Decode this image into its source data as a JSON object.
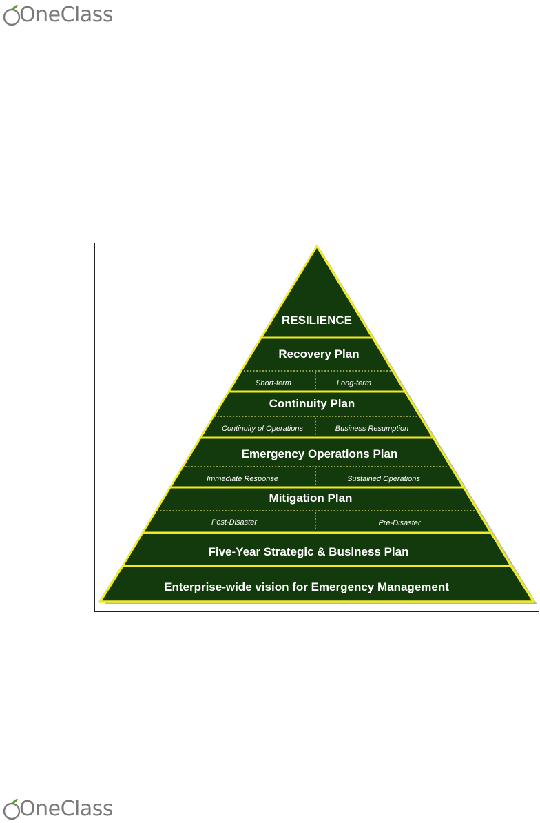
{
  "brand": {
    "logo_text": "OneClass"
  },
  "pyramid": {
    "apex": "RESILIENCE",
    "tiers": [
      {
        "title": "Recovery Plan",
        "left_sub": "Short-term",
        "right_sub": "Long-term"
      },
      {
        "title": "Continuity Plan",
        "left_sub": "Continuity of Operations",
        "right_sub": "Business Resumption"
      },
      {
        "title": "Emergency Operations Plan",
        "left_sub": "Immediate Response",
        "right_sub": "Sustained Operations"
      },
      {
        "title": "Mitigation Plan",
        "left_sub": "Post-Disaster",
        "right_sub": "Pre-Disaster"
      }
    ],
    "base_tiers": [
      "Five-Year Strategic & Business Plan",
      "Enterprise-wide vision for Emergency Management"
    ]
  },
  "colors": {
    "fill": "#133a0c",
    "outline": "#f2ea24",
    "shadow": "#b3b3b3",
    "logo_green": "#5d9c3a"
  }
}
